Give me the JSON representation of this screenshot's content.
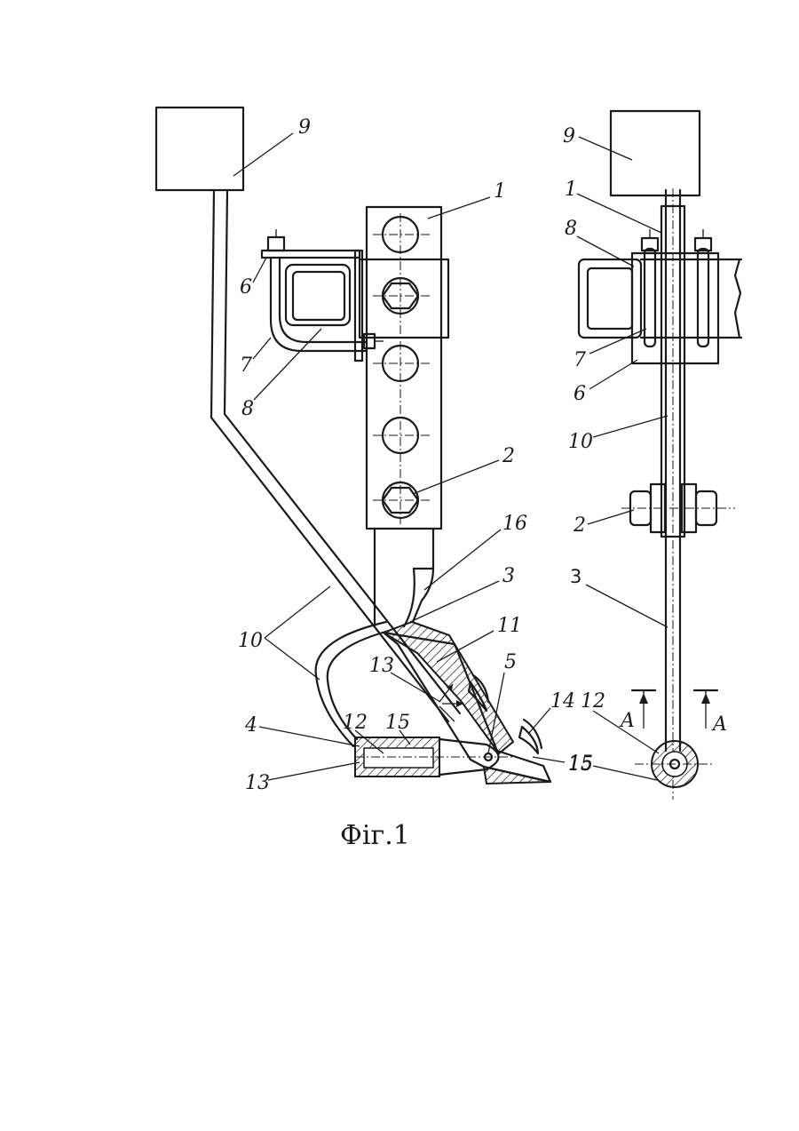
{
  "figure": {
    "caption": "Фіг.1",
    "side_view_labels": {
      "l1": "1",
      "l2": "2",
      "l3": "3",
      "l4": "4",
      "l5": "5",
      "l6": "6",
      "l7": "7",
      "l8": "8",
      "l9": "9",
      "l10": "10",
      "l11": "11",
      "l12": "12",
      "l13a": "13",
      "l13b": "13",
      "l14": "14",
      "l15a": "15",
      "l15b": "15",
      "l16": "16"
    },
    "front_view_labels": {
      "l9": "9",
      "l1": "1",
      "l8": "8",
      "l7": "7",
      "l6": "6",
      "l10": "10",
      "l2": "2",
      "l3": "3",
      "l12": "12",
      "l15": "15",
      "sectionA1": "A",
      "sectionA2": "A"
    }
  }
}
